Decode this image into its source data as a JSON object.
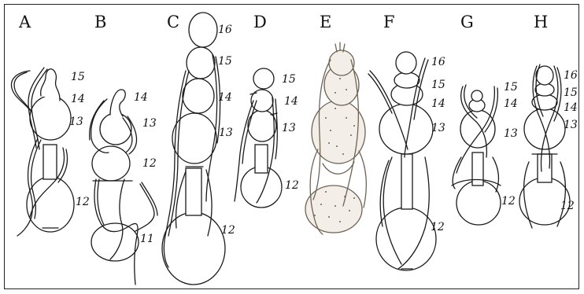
{
  "figure": {
    "panels": [
      {
        "letter": "A",
        "segments": [
          "15",
          "14",
          "13",
          "12"
        ]
      },
      {
        "letter": "B",
        "segments": [
          "14",
          "13",
          "12",
          "11"
        ]
      },
      {
        "letter": "C",
        "segments": [
          "16",
          "15",
          "14",
          "13",
          "12"
        ]
      },
      {
        "letter": "D",
        "segments": [
          "15",
          "14",
          "13",
          "12"
        ]
      },
      {
        "letter": "E",
        "segments": []
      },
      {
        "letter": "F",
        "segments": [
          "16",
          "15",
          "14",
          "13",
          "12"
        ]
      },
      {
        "letter": "G",
        "segments": [
          "15",
          "14",
          "13",
          "12"
        ]
      },
      {
        "letter": "H",
        "segments": [
          "16",
          "15",
          "14",
          "13",
          "12"
        ]
      }
    ]
  },
  "colors": {
    "ink": "#1a1a1a",
    "fill": "#ffffff",
    "stipple": "#8a7d6b"
  }
}
